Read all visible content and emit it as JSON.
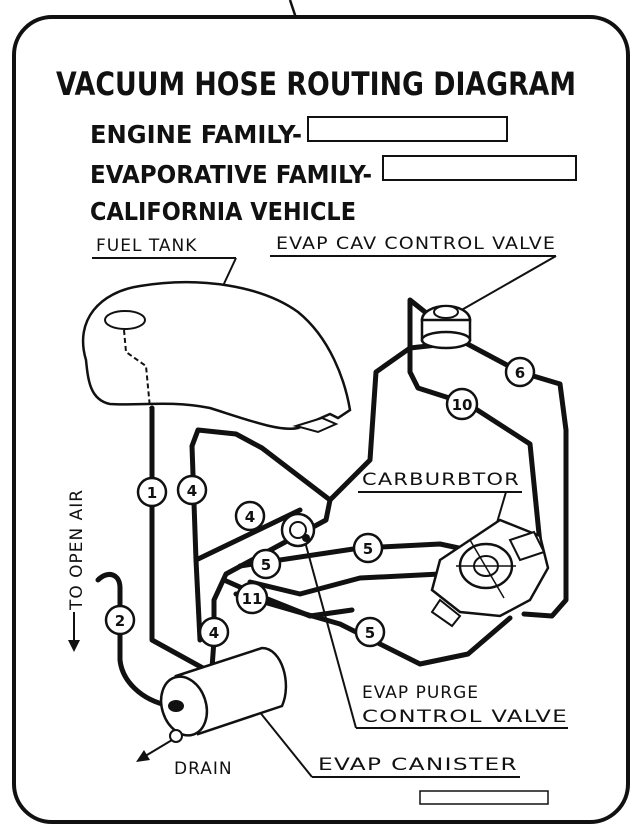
{
  "title": "VACUUM HOSE ROUTING DIAGRAM",
  "fields": [
    {
      "label": "ENGINE FAMILY-",
      "value": ""
    },
    {
      "label": "EVAPORATIVE FAMILY-",
      "value": ""
    }
  ],
  "california_line": "CALIFORNIA VEHICLE",
  "labels": {
    "fuel_tank": "FUEL TANK",
    "evap_cav": "EVAP CAV CONTROL VALVE",
    "carburetor": "CARBURBTOR",
    "open_air": "TO OPEN AIR",
    "evap_purge_1": "EVAP PURGE",
    "evap_purge_2": "CONTROL VALVE",
    "drain": "DRAIN",
    "evap_canister": "EVAP CANISTER"
  },
  "hose_numbers": [
    "1",
    "2",
    "4",
    "4",
    "4",
    "5",
    "5",
    "5",
    "6",
    "10",
    "11"
  ]
}
